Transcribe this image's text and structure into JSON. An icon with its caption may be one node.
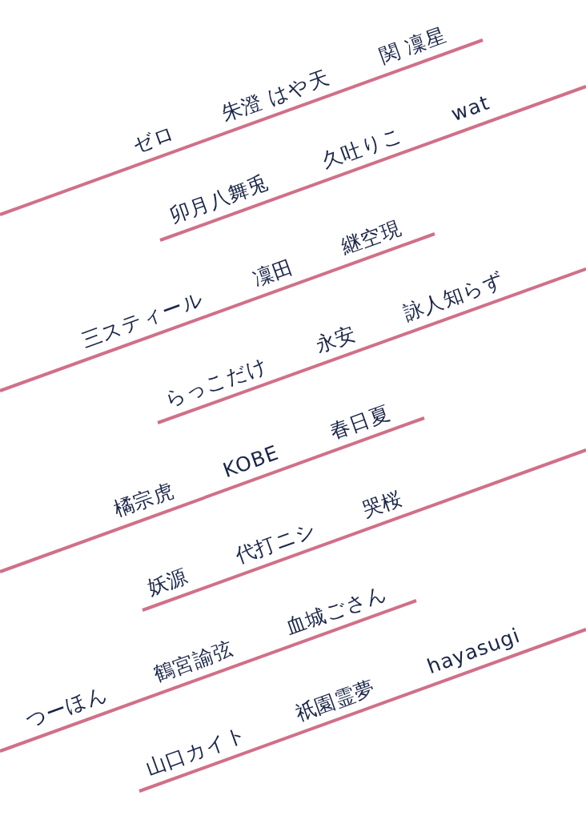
{
  "diagram": {
    "labels": [
      "ゼロ",
      "朱澄 はや天",
      "関 凜星",
      "卯月八舞兎",
      "久吐りこ",
      "wat",
      "三スティール",
      "凜田",
      "継空現",
      "らっこだけ",
      "永安",
      "詠人知らず",
      "橘宗虎",
      "KOBE",
      "春日夏",
      "妖源",
      "代打ニシ",
      "哭桜",
      "つーほん",
      "鶴宮諭弦",
      "血城ごさん",
      "山口カイト",
      "祇園霊夢",
      "hayasugi"
    ]
  }
}
